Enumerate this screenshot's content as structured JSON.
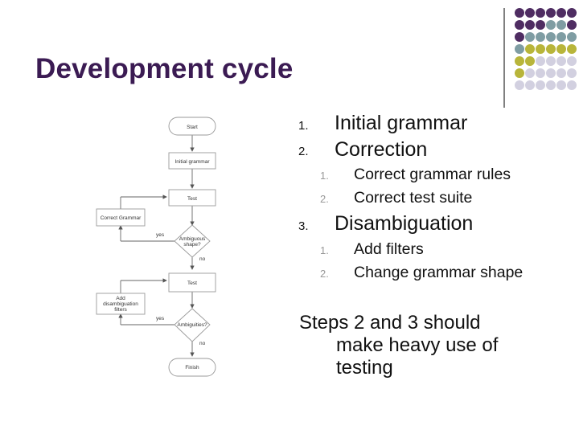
{
  "slide": {
    "title": "Development cycle"
  },
  "outline": {
    "items": [
      {
        "num": "1.",
        "text": "Initial grammar"
      },
      {
        "num": "2.",
        "text": "Correction",
        "sub": [
          {
            "num": "1.",
            "text": "Correct grammar rules"
          },
          {
            "num": "2.",
            "text": "Correct test suite"
          }
        ]
      },
      {
        "num": "3.",
        "text": "Disambiguation",
        "sub": [
          {
            "num": "1.",
            "text": "Add filters"
          },
          {
            "num": "2.",
            "text": "Change grammar shape"
          }
        ]
      }
    ],
    "paragraph": {
      "line1": "Steps 2 and 3 should",
      "line2": "make heavy use of",
      "line3": "testing"
    }
  },
  "flowchart": {
    "start": "Start",
    "initial_grammar": "Initial grammar",
    "test1": "Test",
    "correct_grammar": "Correct Grammar",
    "ambiguous": "Ambiguous",
    "ambiguous2": "shape?",
    "yes1": "yes",
    "no1": "no",
    "test2": "Test",
    "add1": "Add",
    "add2": "disambiguation",
    "add3": "filters",
    "ambiguities": "Ambiguities?",
    "yes2": "yes",
    "no2": "no",
    "finish": "Finish"
  },
  "colors": {
    "title": "#3b1b53",
    "dot_purple": "#4f2d62",
    "dot_teal": "#7f9da3",
    "dot_olive": "#b8b53a",
    "dot_lavender": "#d2d0e0"
  }
}
